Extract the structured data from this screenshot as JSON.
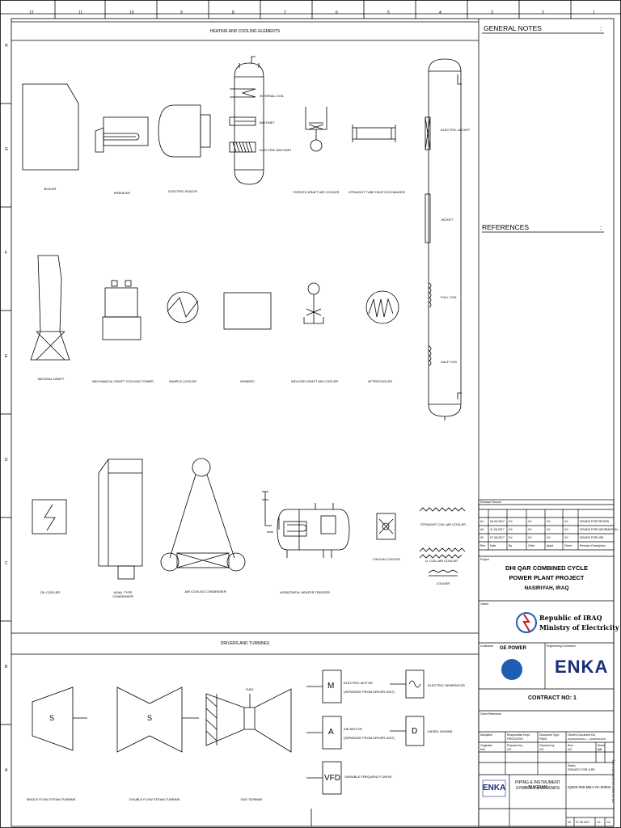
{
  "grid": {
    "top_numbers": [
      "12",
      "11",
      "10",
      "9",
      "8",
      "7",
      "6",
      "5",
      "4",
      "3",
      "2",
      "1"
    ],
    "left_letters": [
      "H",
      "G",
      "F",
      "E",
      "D",
      "C",
      "B",
      "A"
    ]
  },
  "sections": {
    "heating_cooling": "HEATING AND COOLING ELEMENTS",
    "drivers_turbines": "DRIVERS AND TURBINES"
  },
  "notes": {
    "general": "GENERAL NOTES",
    "general_colon": ":",
    "references": "REFERENCES",
    "references_colon": ":"
  },
  "symbols": {
    "boiler": "BOILER",
    "reboiler": "REBOILER",
    "electric_boiler": "ELECTRIC BOILER",
    "internal_coil": "INTERNAL COIL",
    "bayonet": "BAYONET",
    "electric_bayonet": "ELECTRIC BAYONET",
    "forced_draft": "FORCED DRAFT AIR COOLER",
    "straight_tube": "STRAIGHT TUBE HEAT EXCHANGER",
    "electric_jacket": "ELECTRIC JACKET",
    "jacket": "JACKET",
    "full_coil": "FULL COIL",
    "half_coil": "HALF COIL",
    "natural_draft": "NATURAL DRAFT",
    "mech_draft": "MECHANICAL DRAFT COOLING TOWER",
    "sample_cooler": "SAMPLE COOLER",
    "generic": "GENERIC",
    "induced_draft": "INDUCED DRAFT AIR COOLER",
    "aftercooler": "AFTERCOOLER",
    "oil_cooler": "OIL COOLER",
    "axial_condenser_1": "AXIAL-TYPE",
    "axial_condenser_2": "CONDENSER",
    "air_cooled_condenser": "AIR COOLED CONDENSER",
    "horizontal_heater": "HORIZONTAL HEATER TREATER",
    "fin_fan": "FIN-FAN COOLER",
    "straight_coil_air": "STRAIGHT COIL AIR COOLER",
    "u_coil_air": "U- COIL AIR COOLER",
    "louver": "LOUVER",
    "single_flow": "SINGLE FLOW STEAM TURBINE",
    "double_flow": "DOUBLE FLOW STEAM TURBINE",
    "gas_turbine": "GAS TURBINE",
    "fuel": "FUEL",
    "turbine_letter": "S",
    "motor_letter": "M",
    "air_motor_letter": "A",
    "vfd_letter": "VFD",
    "diesel_letter": "D",
    "electric_motor_1": "ELECTRIC MOTOR",
    "electric_motor_2": "(SEPARATE FROM DRIVER UNIT)",
    "air_motor_1": "AIR MOTOR",
    "air_motor_2": "(SEPARATE FROM DRIVER UNIT)",
    "vfd": "VARIABLE FREQUENCY DRIVE",
    "electric_generator": "ELECTRIC GENERATOR",
    "diesel_engine": "DIESEL ENGINE"
  },
  "title_block": {
    "revision_record": "Revision Record",
    "rev_rows": [
      [
        "A1",
        "06-06-2017",
        "XX",
        "XX",
        "XX",
        "XX",
        "ISSUED FOR REVIEW"
      ],
      [
        "A2",
        "11-06-2017",
        "XX",
        "XX",
        "XX",
        "XX",
        "ISSUED FOR INFORMATION"
      ],
      [
        "00",
        "07-08-2017",
        "XX",
        "XX",
        "XX",
        "XX",
        "ISSUED FOR USE"
      ]
    ],
    "rev_header": [
      "Rev.",
      "Date",
      "By",
      "Chkd",
      "Appd",
      "Client",
      "Revision Description"
    ],
    "project_label": "Project",
    "project_line1": "DHI QAR COMBINED CYCLE",
    "project_line2": "POWER PLANT PROJECT",
    "location": "NASIRIYAH, IRAQ",
    "owner_label": "Owner",
    "republic": "Republic of IRAQ",
    "ministry": "Ministry of Electricity",
    "contractor_label": "Contractor",
    "consultant_label": "Engineering Contractor",
    "ge_power": "GE POWER",
    "enka_logo": "ENKA",
    "contract": "CONTRACT NO: 1",
    "client_ref_label": "Client Reference",
    "row1_labels": [
      "Discipline",
      "Responsible Dept",
      "Document Type",
      "Client's Document No"
    ],
    "row1_values": [
      "",
      "PROCESS",
      "P&ID",
      "DQR/02/820/00/——/600/P&ID/004"
    ],
    "row2_labels": [
      "Originator",
      "Prepared by",
      "Checked by",
      "Size",
      "Sheet"
    ],
    "row2_values": [
      "NH",
      "XX",
      "XX",
      "A3",
      "A3"
    ],
    "status_label": "Status",
    "status_value": "ISSUED FOR USE",
    "doc_title_1": "PIPING & INSTRUMENT DIAGRAM",
    "doc_title_2": "SYMBOLS & LEGENDS",
    "doc_number": "IQ000-000-MEJ-YK-00004",
    "enka_small": "ENKA",
    "rev_no": "00",
    "rev_date": "07.08.2017",
    "sheet_of": "1/1",
    "sheet_no": "1/1",
    "side_text": "02-10-2017 A3 (420x297 mm)"
  },
  "colors": {
    "line": "#000000",
    "enka_blue": "#1b2e7a",
    "ge_blue": "#1f5fb3",
    "iraq_red": "#c61c22"
  }
}
